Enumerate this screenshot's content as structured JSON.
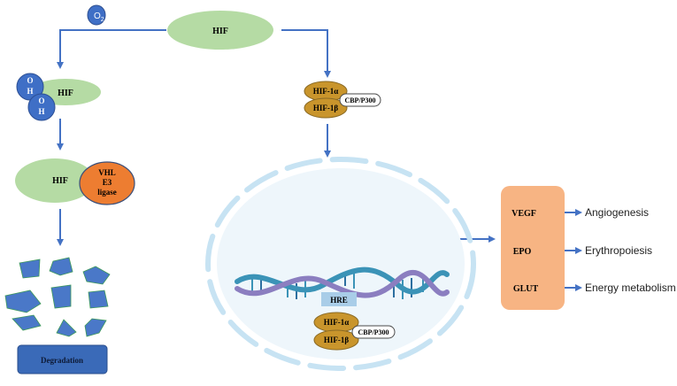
{
  "o2": {
    "label": "O",
    "subscript": "2"
  },
  "top_hif": {
    "label": "HIF"
  },
  "hydroxylated": {
    "hif_label": "HIF",
    "oh_upper": [
      "O",
      "H"
    ],
    "oh_lower": [
      "O",
      "H"
    ]
  },
  "vhl_complex": {
    "hif_label": "HIF",
    "vhl_lines": [
      "VHL",
      "E3",
      "ligase"
    ]
  },
  "degradation": {
    "label": "Degradation"
  },
  "complex_top": {
    "alpha": "HIF-1α",
    "beta": "HIF-1β",
    "cofactor": "CBP/P300"
  },
  "complex_dna": {
    "alpha": "HIF-1α",
    "beta": "HIF-1β",
    "cofactor": "CBP/P300"
  },
  "hre": {
    "label": "HRE"
  },
  "targets": [
    {
      "gene": "VEGF",
      "outcome": "Angiogenesis"
    },
    {
      "gene": "EPO",
      "outcome": "Erythropoiesis"
    },
    {
      "gene": "GLUT",
      "outcome": "Energy metabolism"
    }
  ],
  "colors": {
    "arrow": "#4472c4",
    "hif_green": "#b5dba4",
    "o2_blue": "#3f6fc6",
    "vhl_orange": "#ed7d31",
    "subunit_gold": "#c9952c",
    "fragment_blue": "#4a78c8",
    "target_box": "#f7b483",
    "degradation_box": "#3a6ab8",
    "nucleus": "#eef6fb",
    "nucleus_dash": "#c7e3f3",
    "dna_blue": "#3b93b7",
    "dna_purple": "#8b7ec0",
    "hre_box": "#a9cde8"
  }
}
